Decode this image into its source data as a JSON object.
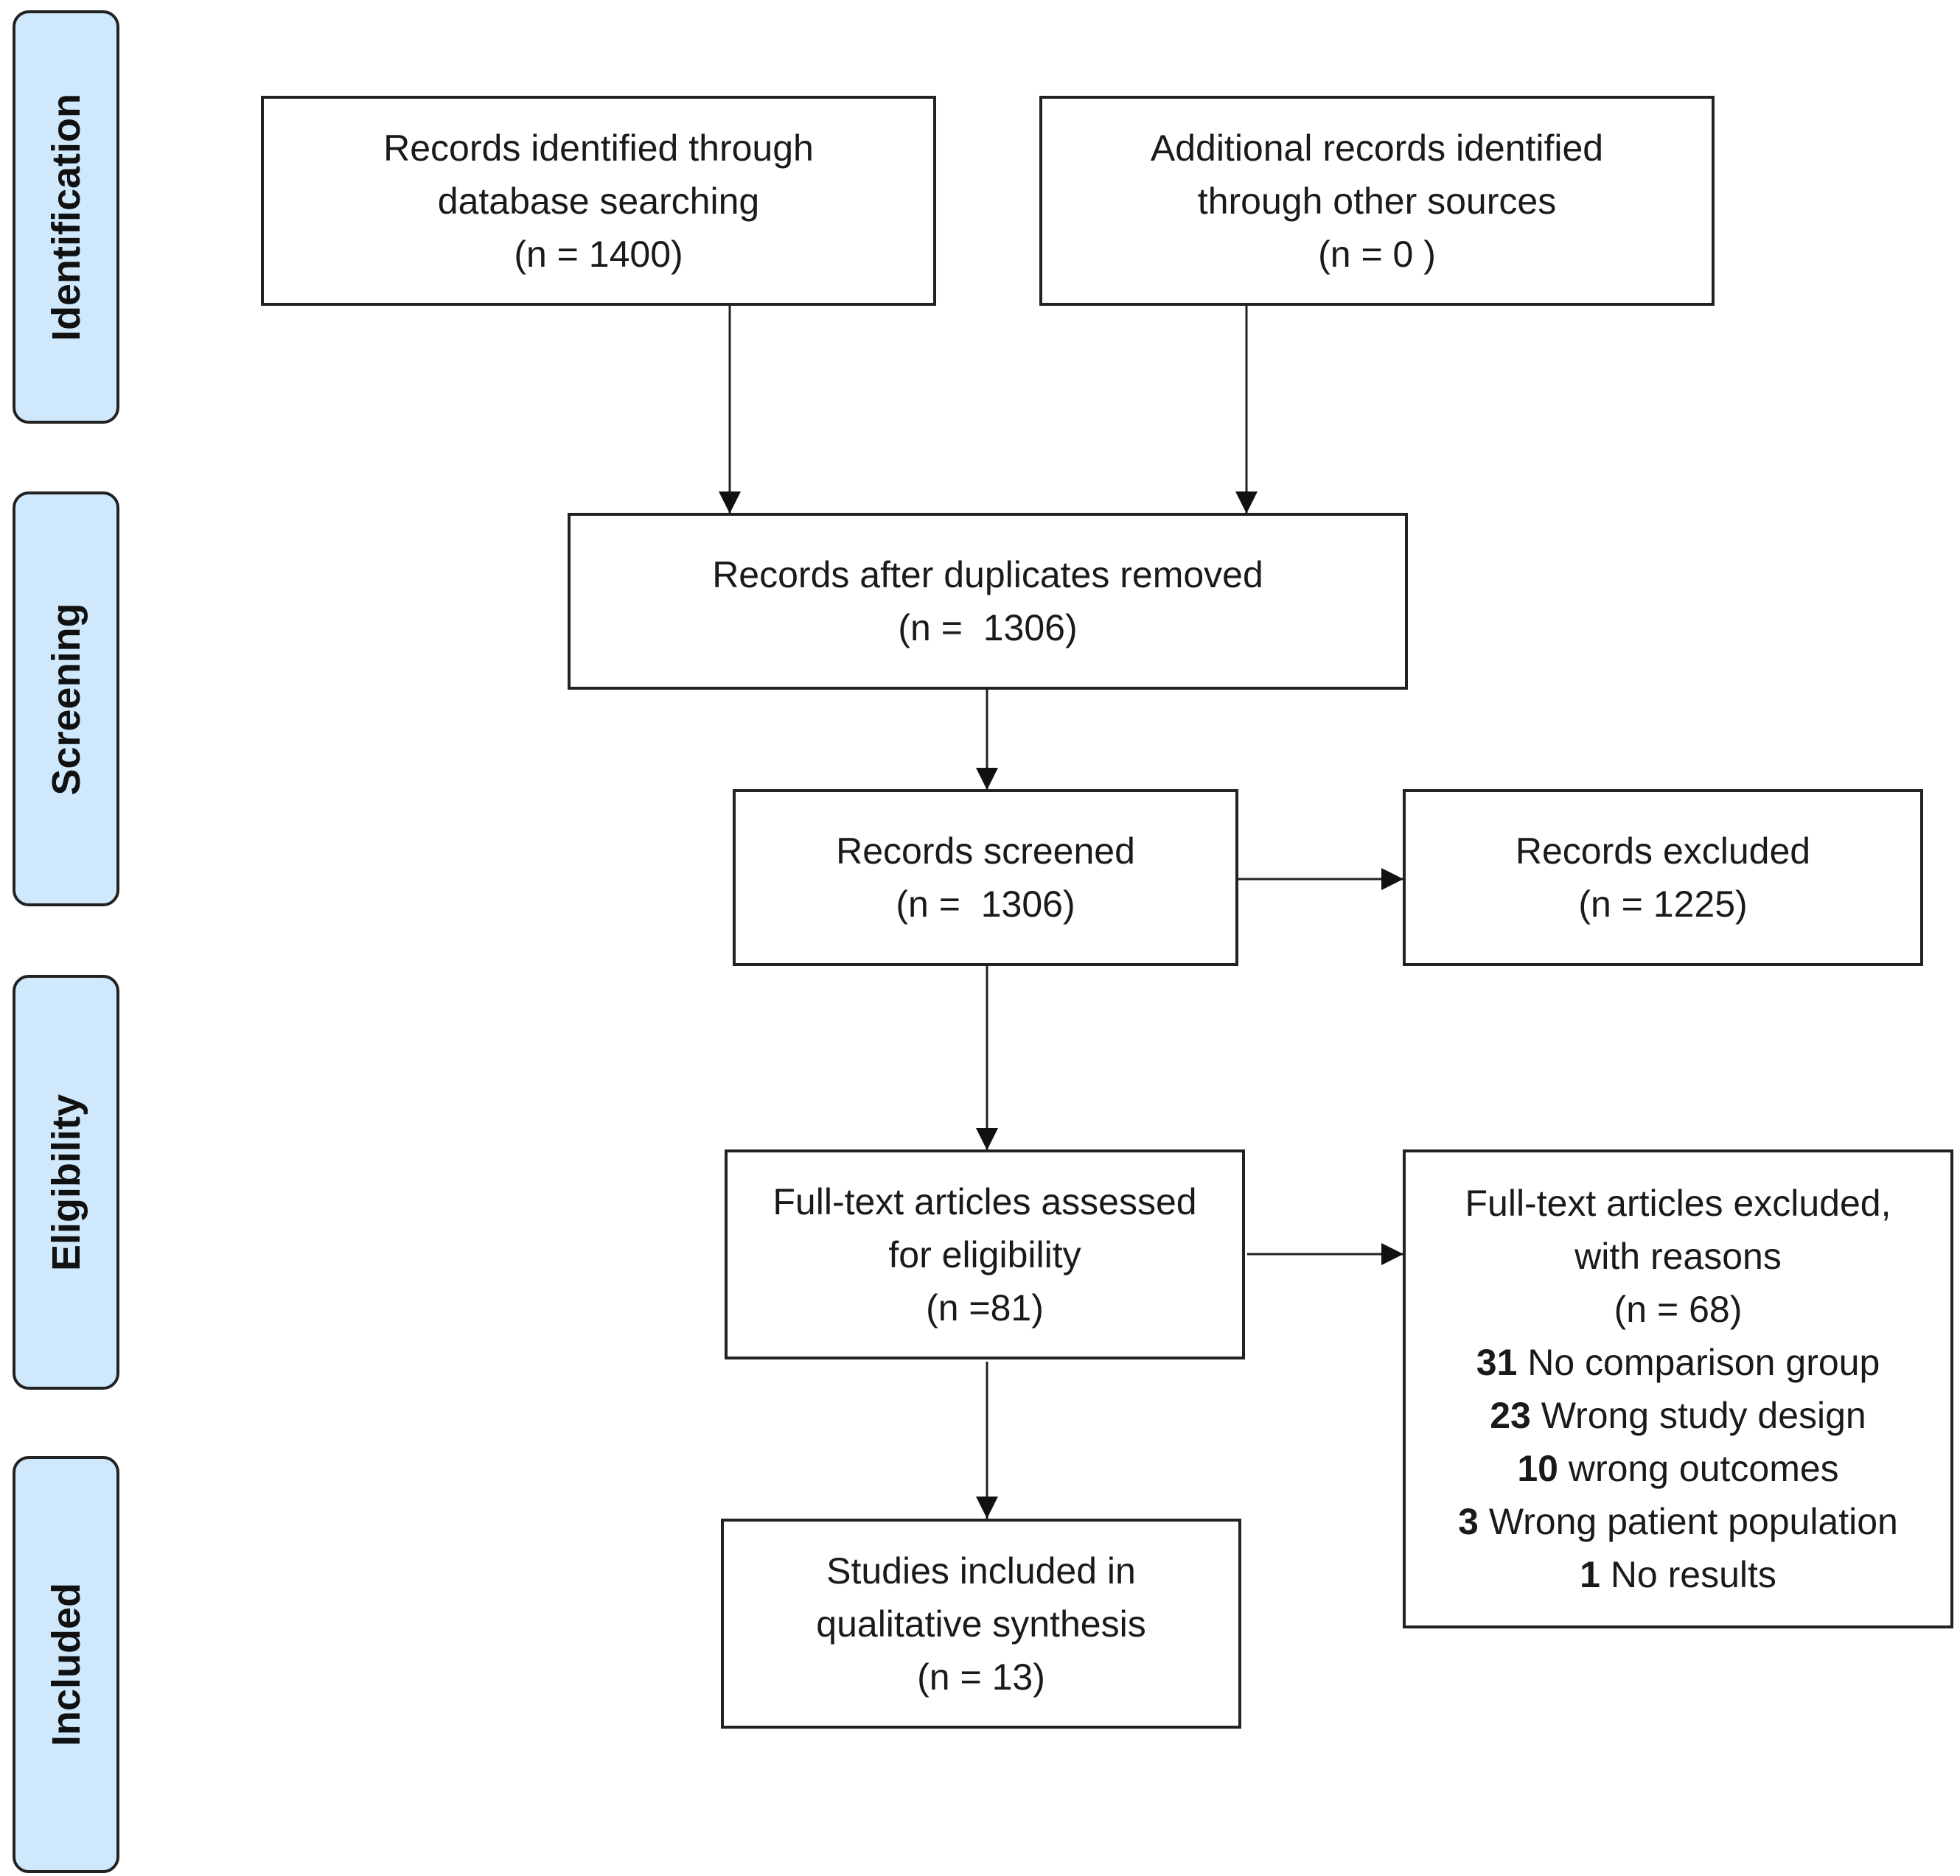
{
  "stages": {
    "identification": "Identification",
    "screening": "Screening",
    "eligibility": "Eligibility",
    "included": "Included"
  },
  "boxes": {
    "database": {
      "line1": "Records identified through",
      "line2": "database searching",
      "line3": "(n = 1400)"
    },
    "other_sources": {
      "line1": "Additional records identified",
      "line2": "through other sources",
      "line3": "(n = 0 )"
    },
    "after_duplicates": {
      "line1": "Records after duplicates removed",
      "line2": "(n =  1306)"
    },
    "screened": {
      "line1": "Records screened",
      "line2": "(n =  1306)"
    },
    "excluded": {
      "line1": "Records excluded",
      "line2": "(n = 1225)"
    },
    "full_text": {
      "line1": "Full-text articles assessed",
      "line2": "for eligibility",
      "line3": "(n =81)"
    },
    "full_text_excluded": {
      "line1": "Full-text articles excluded,",
      "line2": "with reasons",
      "line3": "(n = 68)",
      "reasons": [
        {
          "count": "31",
          "text": " No comparison group"
        },
        {
          "count": "23",
          "text": " Wrong study design"
        },
        {
          "count": "10",
          "text": " wrong outcomes"
        },
        {
          "count": "3",
          "text": " Wrong patient population"
        },
        {
          "count": "1",
          "text": " No results"
        }
      ]
    },
    "included": {
      "line1": "Studies included in",
      "line2": "qualitative synthesis",
      "line3": "(n = 13)"
    }
  }
}
